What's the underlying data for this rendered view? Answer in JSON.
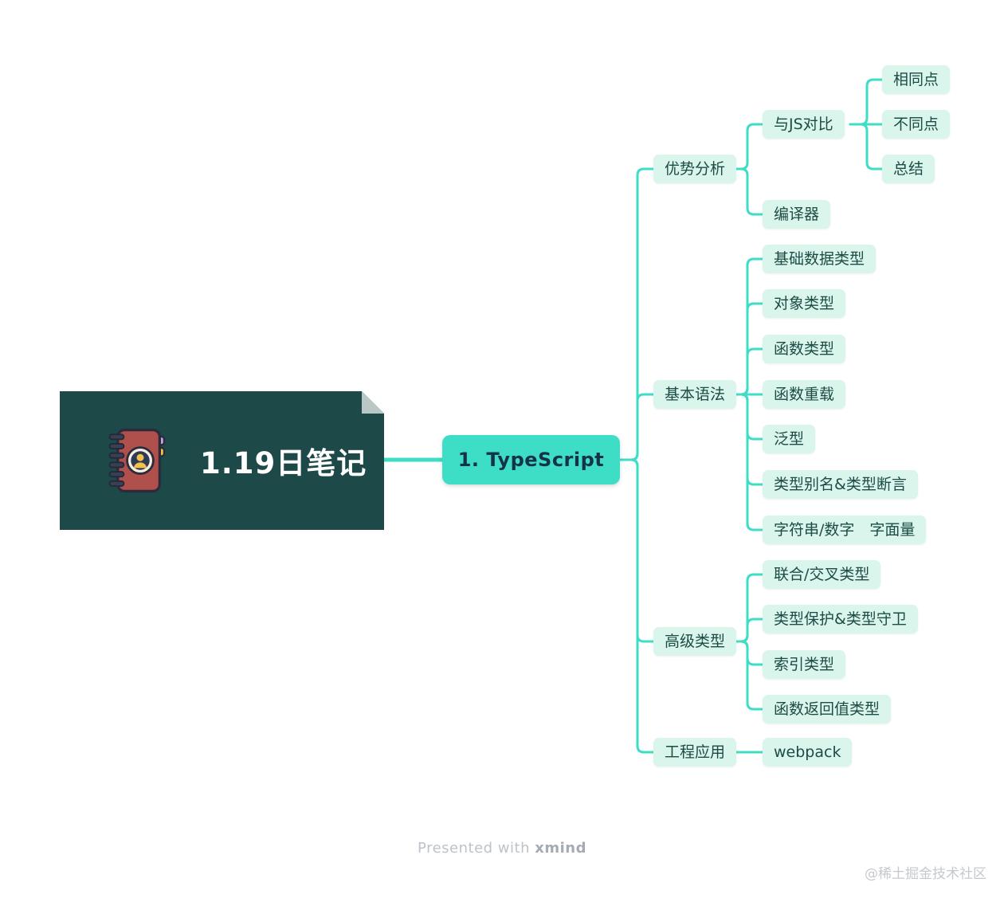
{
  "mindmap": {
    "root": {
      "label": "1.19日笔记",
      "icon": "notebook-icon"
    },
    "central": {
      "label": "1. TypeScript"
    },
    "branches": [
      {
        "label": "优势分析",
        "children": [
          {
            "label": "与JS对比",
            "children": [
              {
                "label": "相同点"
              },
              {
                "label": "不同点"
              },
              {
                "label": "总结"
              }
            ]
          },
          {
            "label": "编译器",
            "children": []
          }
        ]
      },
      {
        "label": "基本语法",
        "children": [
          {
            "label": "基础数据类型"
          },
          {
            "label": "对象类型"
          },
          {
            "label": "函数类型"
          },
          {
            "label": "函数重载"
          },
          {
            "label": "泛型"
          },
          {
            "label": "类型别名&类型断言"
          },
          {
            "label": "字符串/数字　字面量"
          }
        ]
      },
      {
        "label": "高级类型",
        "children": [
          {
            "label": "联合/交叉类型"
          },
          {
            "label": "类型保护&类型守卫"
          },
          {
            "label": "索引类型"
          },
          {
            "label": "函数返回值类型"
          }
        ]
      },
      {
        "label": "工程应用",
        "children": [
          {
            "label": "webpack"
          }
        ]
      }
    ]
  },
  "footer": {
    "presented_with": "Presented with",
    "brand": "xmind"
  },
  "watermark": "@稀土掘金技术社区",
  "colors": {
    "accent": "#3eddc5",
    "node_bg": "#d9f5ec",
    "node_text": "#1d4b45",
    "root_bg": "#1d4949"
  }
}
